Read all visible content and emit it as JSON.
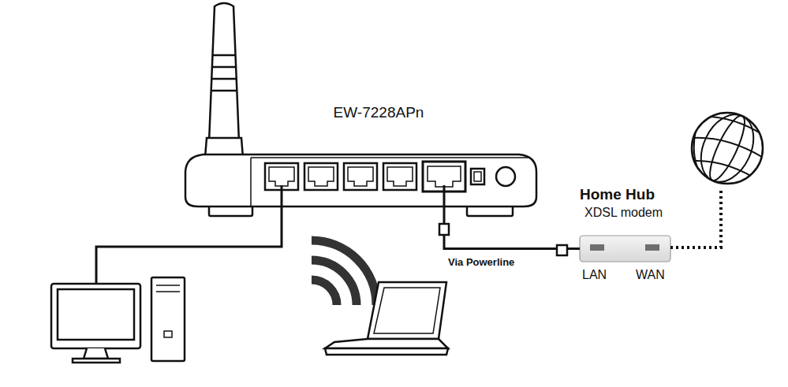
{
  "diagram": {
    "nodes": [
      {
        "text": [
          "EW-7228APn"
        ]
      },
      {
        "text": [
          "Home Hub",
          "XDSL modem"
        ]
      }
    ],
    "edges": [
      {
        "from": 0,
        "to": 1,
        "label": "Via Powerline",
        "arrow": "none"
      }
    ],
    "labels": [
      "LAN",
      "WAN"
    ]
  }
}
